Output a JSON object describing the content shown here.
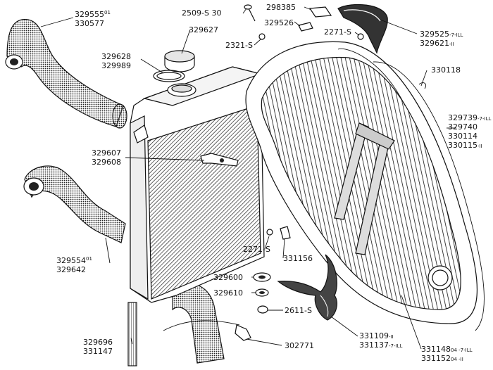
{
  "labels": {
    "hose_top_left": [
      "329555",
      "330577"
    ],
    "hose_top_left_sup": "01",
    "cap_part": "329627",
    "cap_gasket": [
      "329628",
      "329989"
    ],
    "screw_top": "2509-S 30",
    "clip_top": "298385",
    "clip_top2": "329526",
    "nut_top_a": "2321-S",
    "nut_top_b": "2271-S",
    "ornament_top": [
      "329525",
      "329621"
    ],
    "ornament_top_suffix": [
      "-7-ILL",
      "-II"
    ],
    "rod_right": "330118",
    "grille_parts": [
      "329739",
      "329740",
      "330114",
      "330115"
    ],
    "grille_suffix": [
      "-7-ILL",
      "-II"
    ],
    "overflow_clip": [
      "329607",
      "329608"
    ],
    "hose_lower_left": [
      "329554",
      "329642"
    ],
    "hose_lower_sup": "01",
    "nut_mid": "2271-S",
    "clip_mid": "331156",
    "washer_a": "329600",
    "washer_b": "329610",
    "nut_low": "2611-S",
    "emblem": [
      "331109",
      "331137"
    ],
    "emblem_suffix": [
      "-II",
      "-7-ILL"
    ],
    "drain_hose": [
      "329696",
      "331147"
    ],
    "drain_cock": "302771",
    "grille_bottom": [
      "331148",
      "331152"
    ],
    "grille_bottom_suffix": [
      "04 -7-ILL",
      "04 -II"
    ]
  },
  "colors": {
    "ink": "#111111",
    "paper": "#ffffff",
    "shade": "#3a3a3a"
  }
}
